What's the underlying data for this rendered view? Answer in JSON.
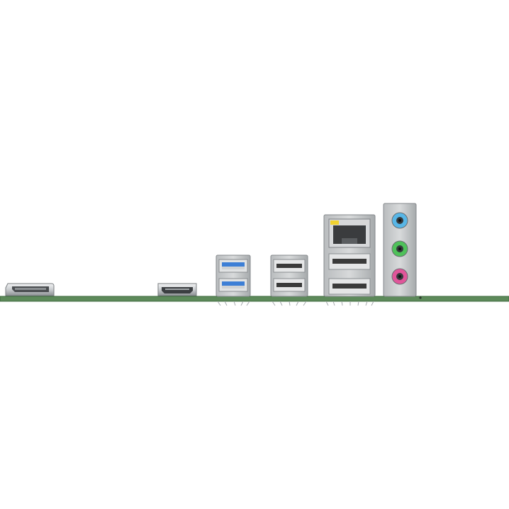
{
  "scene": {
    "background": "#ffffff",
    "pcb_color": "#5d8a5a",
    "pcb_edge_color": "#3f6a3f",
    "metal_light": "#e4e6e7",
    "metal_mid": "#bcc0c2",
    "metal_dark": "#6f7376",
    "usb3_blue": "#3d7fd6",
    "usb2_dark": "#3a3a3a",
    "audio_colors": {
      "line_in": "#58b6e6",
      "line_out": "#4fc15a",
      "mic": "#e0569a"
    },
    "led_colors": {
      "left": "#f0d230",
      "right": "#d7d7d7"
    }
  },
  "ports": [
    {
      "name": "displayport",
      "icon": "displayport-icon"
    },
    {
      "name": "hdmi",
      "icon": "hdmi-icon"
    },
    {
      "name": "usb3-stack",
      "icon": "usb3-icon",
      "count": 2
    },
    {
      "name": "usb2-stack",
      "icon": "usb2-icon",
      "count": 2
    },
    {
      "name": "lan-usb-stack",
      "icon": "rj45-icon",
      "usb_count": 2
    },
    {
      "name": "audio-jacks",
      "icon": "audio-jack-icon",
      "count": 3
    }
  ]
}
